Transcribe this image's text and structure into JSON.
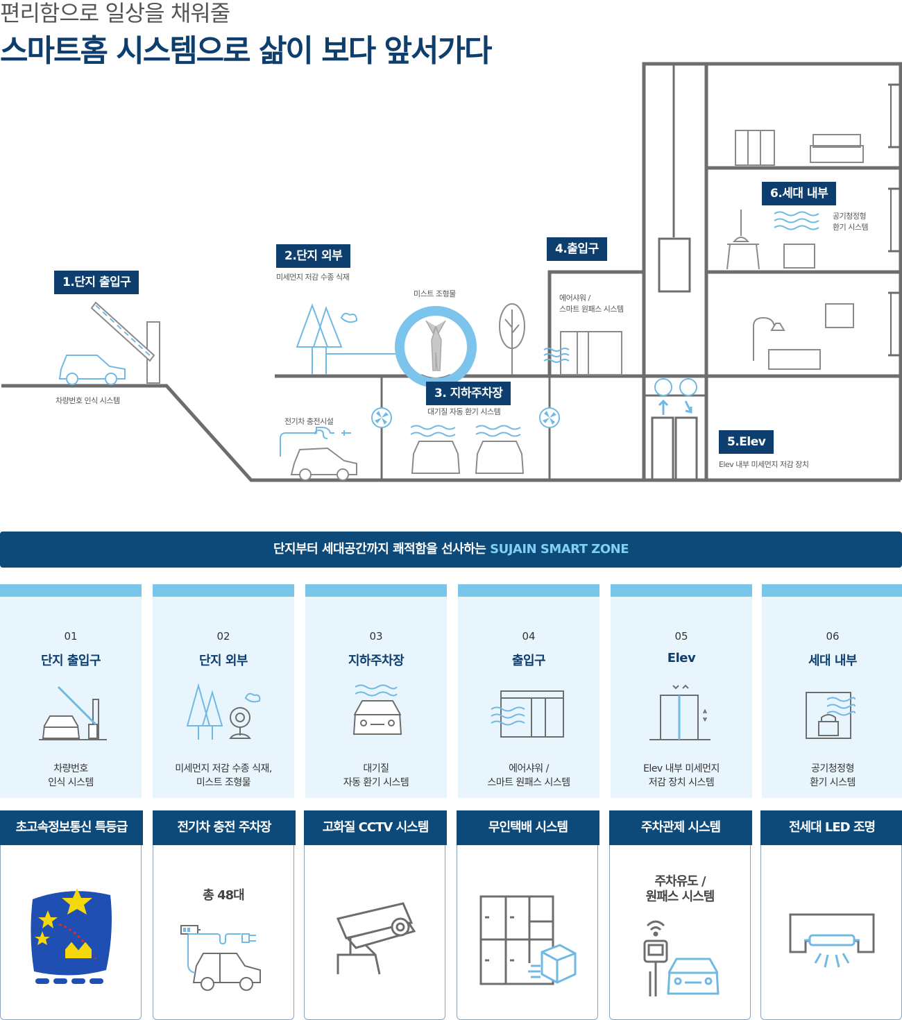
{
  "header": {
    "subtitle": "편리함으로 일상을 채워줄",
    "title": "스마트홈 시스템으로 삶이 보다 앞서가다"
  },
  "diagram": {
    "zones": [
      {
        "label": "1.단지 출입구",
        "caption": "차량번호 인식 시스템"
      },
      {
        "label": "2.단지 외부",
        "caption": "미세먼지 저감 수종 식재"
      },
      {
        "label": "3. 지하주차장",
        "caption": "대기질 자동 환기 시스템"
      },
      {
        "label": "4.출입구",
        "caption_lines": [
          "에어샤워 /",
          "스마트 원패스 시스템"
        ]
      },
      {
        "label": "5.Elev",
        "caption": "Elev 내부 미세먼지 저감 장치"
      },
      {
        "label": "6.세대 내부",
        "caption_lines": [
          "공기청정형",
          "환기 시스템"
        ]
      }
    ],
    "mist_caption": "미스트 조형물",
    "ev_caption": "전기차 충전시설"
  },
  "banner": {
    "text": "단지부터 세대공간까지 쾌적함을 선사하는 ",
    "accent": "SUJAIN SMART ZONE"
  },
  "zone_cards": [
    {
      "num": "01",
      "title": "단지 출입구",
      "desc": [
        "차량번호",
        "인식 시스템"
      ],
      "icon": "barrier-gate-icon"
    },
    {
      "num": "02",
      "title": "단지 외부",
      "desc": [
        "미세먼지 저감 수종 식재,",
        "미스트 조형물"
      ],
      "icon": "trees-mist-icon"
    },
    {
      "num": "03",
      "title": "지하주차장",
      "desc": [
        "대기질",
        "자동 환기 시스템"
      ],
      "icon": "car-ventilation-icon"
    },
    {
      "num": "04",
      "title": "출입구",
      "desc": [
        "에어샤워 /",
        "스마트 원패스 시스템"
      ],
      "icon": "air-shower-door-icon"
    },
    {
      "num": "05",
      "title": "Elev",
      "desc": [
        "Elev 내부 미세먼지",
        "저감 장치 시스템"
      ],
      "icon": "elevator-icon"
    },
    {
      "num": "06",
      "title": "세대 내부",
      "desc": [
        "공기청정형",
        "환기 시스템"
      ],
      "icon": "home-ventilation-icon"
    }
  ],
  "features": [
    {
      "title": "초고속정보통신 특등급",
      "icon": "telecom-grade-logo"
    },
    {
      "title": "전기차 충전 주차장",
      "note": "총 48대",
      "icon": "ev-charging-icon"
    },
    {
      "title": "고화질 CCTV 시스템",
      "icon": "cctv-icon"
    },
    {
      "title": "무인택배 시스템",
      "icon": "parcel-locker-icon"
    },
    {
      "title": "주차관제 시스템",
      "note_lines": [
        "주차유도 /",
        "원패스 시스템"
      ],
      "icon": "parking-control-icon"
    },
    {
      "title": "전세대 LED 조명",
      "icon": "led-light-icon"
    }
  ],
  "colors": {
    "navy": "#0d3e6e",
    "banner": "#0d4a79",
    "sky": "#78c6ea",
    "card_bg": "#e8f5fc",
    "line": "#6d6d6d",
    "icon_blue": "#5bb8e6"
  }
}
